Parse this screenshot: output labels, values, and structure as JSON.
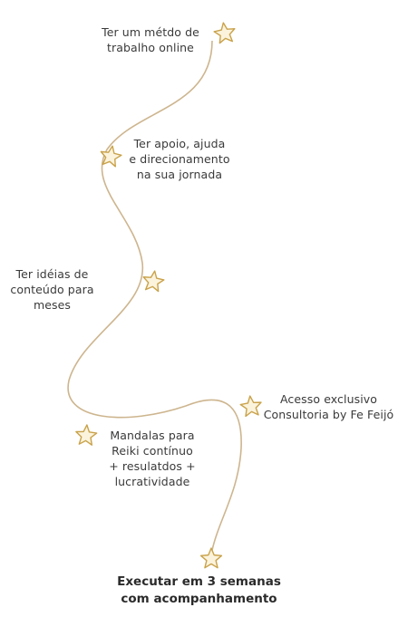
{
  "colors": {
    "path": "#cdb58e",
    "star_stroke": "#c9a24a",
    "star_fill": "#fbf3dc",
    "text": "#3a3a3a",
    "final_text": "#2a2a2a"
  },
  "milestones": [
    {
      "label": "Ter um métdo de\ntrabalho online",
      "icon": "star-icon"
    },
    {
      "label": "Ter apoio, ajuda\ne direcionamento\nna sua jornada",
      "icon": "star-icon"
    },
    {
      "label": "Ter idéias de\nconteúdo para meses",
      "icon": "star-icon"
    },
    {
      "label": "Acesso exclusivo\nConsultoria by Fe Feijó",
      "icon": "star-icon"
    },
    {
      "label": "Mandalas para\nReiki contínuo\n+ resulatdos +\nlucratividade",
      "icon": "star-icon"
    }
  ],
  "final": {
    "label": "Executar em 3 semanas\ncom acompanhamento",
    "icon": "star-icon"
  }
}
